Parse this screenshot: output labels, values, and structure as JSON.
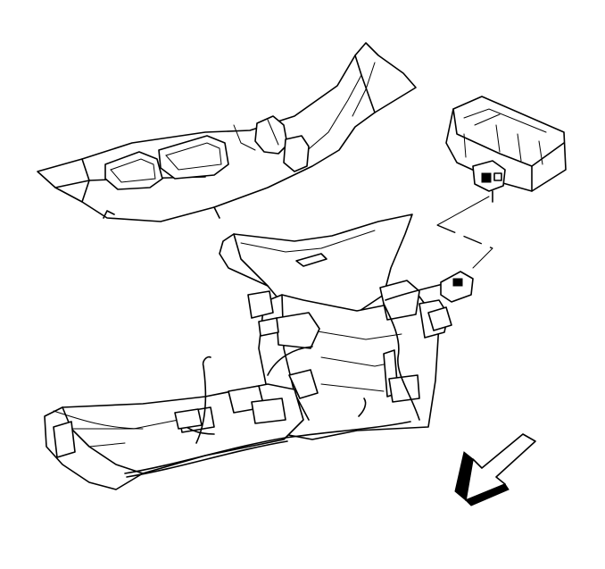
{
  "diagram": {
    "parts": [
      {
        "id": "console-trim-cover",
        "icon": "console-trim-cover-drawing"
      },
      {
        "id": "console-base-assembly",
        "icon": "console-base-drawing"
      },
      {
        "id": "accessory-module",
        "icon": "module-drawing"
      },
      {
        "id": "wiring-harness",
        "icon": "wiring-harness-drawing"
      }
    ],
    "arrow": {
      "icon": "front-direction-arrow",
      "direction": "down-left"
    },
    "colors": {
      "line": "#000000",
      "background": "#ffffff"
    }
  }
}
